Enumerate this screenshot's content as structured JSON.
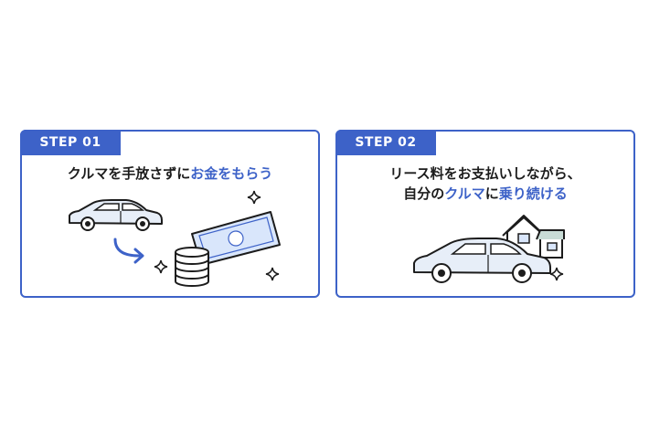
{
  "steps": [
    {
      "badge": "STEP 01",
      "headline_plain": "クルマを手放さずに",
      "headline_highlight": "お金をもらう"
    },
    {
      "badge": "STEP 02",
      "line1": "リース料をお支払いしながら、",
      "line2_prefix": "自分の",
      "line2_highlight": "クルマ",
      "line2_mid": "に",
      "line2_highlight2": "乗り続ける"
    }
  ],
  "colors": {
    "accent": "#3d62c8",
    "text": "#1c1c1c",
    "money": "#d9e6fb"
  },
  "icons": [
    "car-icon",
    "arrow-icon",
    "banknote-icon",
    "coin-stack-icon",
    "sparkle-icon",
    "house-icon"
  ]
}
